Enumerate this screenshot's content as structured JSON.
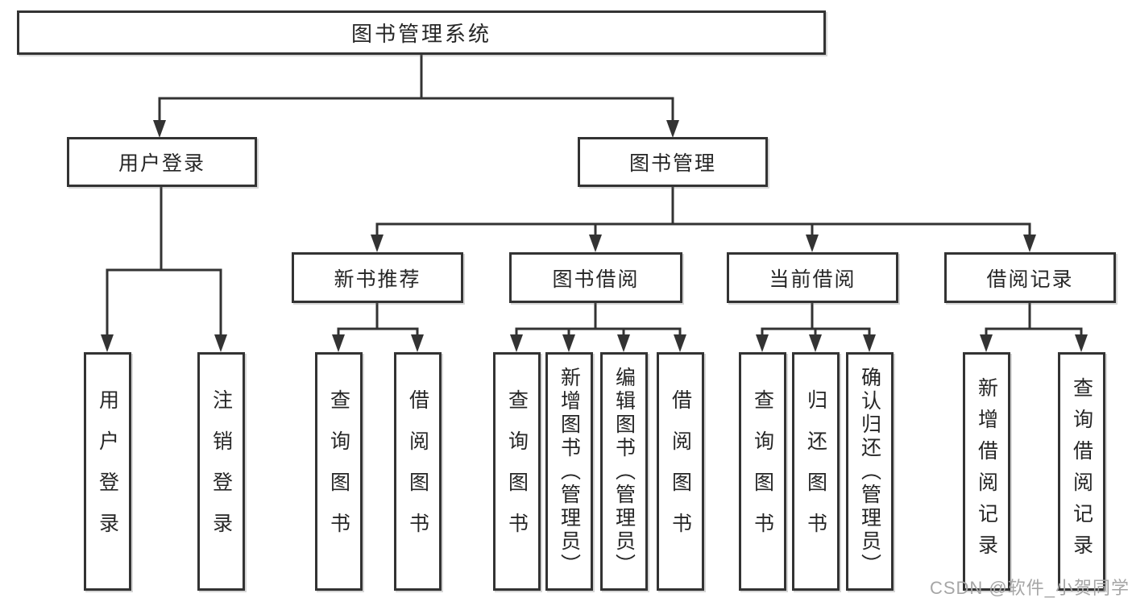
{
  "diagram": {
    "root": {
      "label": "图书管理系统"
    },
    "branches": [
      {
        "label": "用户登录",
        "children": [
          {
            "label": "用户登录"
          },
          {
            "label": "注销登录"
          }
        ]
      },
      {
        "label": "图书管理",
        "children": [
          {
            "label": "新书推荐",
            "children": [
              {
                "label": "查询图书"
              },
              {
                "label": "借阅图书"
              }
            ]
          },
          {
            "label": "图书借阅",
            "children": [
              {
                "label": "查询图书"
              },
              {
                "label": "新增图书（管理员）"
              },
              {
                "label": "编辑图书（管理员）"
              },
              {
                "label": "借阅图书"
              }
            ]
          },
          {
            "label": "当前借阅",
            "children": [
              {
                "label": "查询图书"
              },
              {
                "label": "归还图书"
              },
              {
                "label": "确认归还（管理员）"
              }
            ]
          },
          {
            "label": "借阅记录",
            "children": [
              {
                "label": "新增借阅记录"
              },
              {
                "label": "查询借阅记录"
              }
            ]
          }
        ]
      }
    ]
  },
  "watermark": {
    "text": "CSDN @软件_小贺同学"
  },
  "colors": {
    "line": "#333333",
    "text": "#262626",
    "box_background": "#ffffff",
    "watermark": "#a6a6a6"
  }
}
